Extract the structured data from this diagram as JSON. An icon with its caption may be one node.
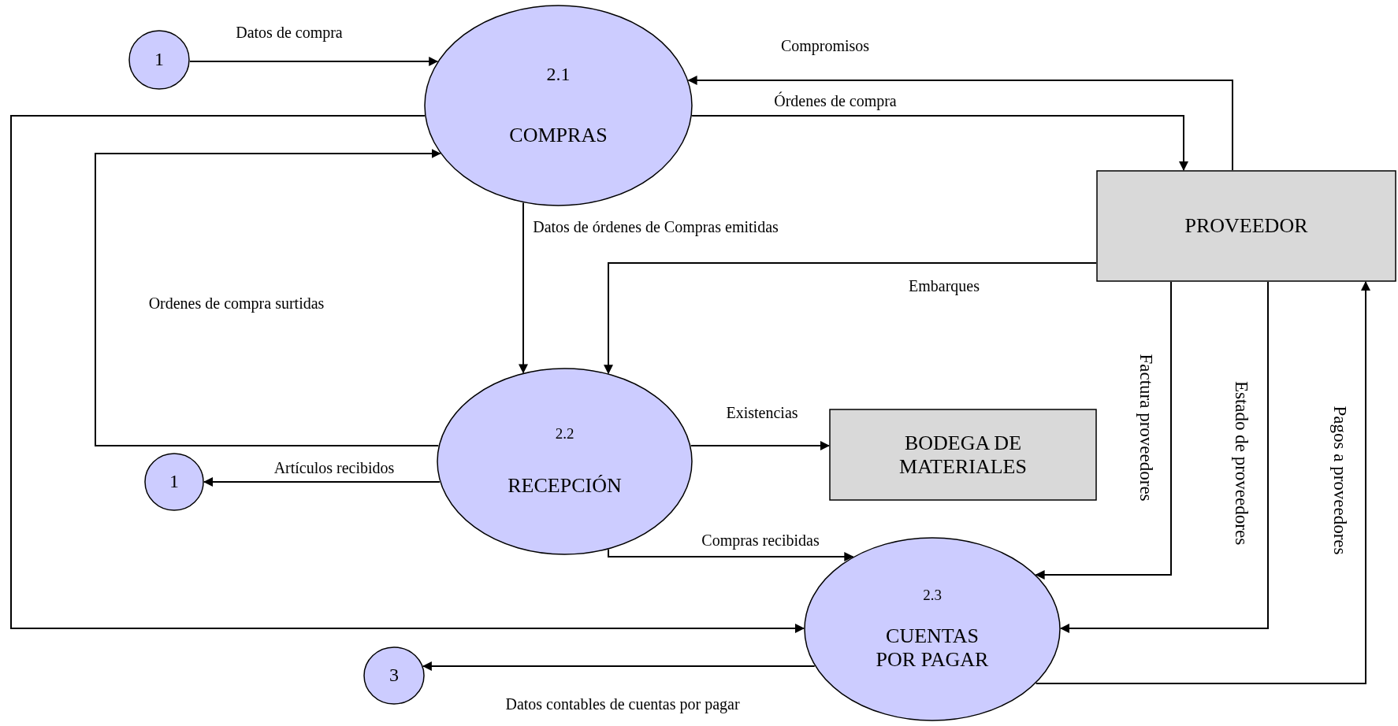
{
  "diagram": {
    "nodes": [
      {
        "text": [
          "1"
        ]
      },
      {
        "text": [
          "2.1",
          "COMPRAS"
        ]
      },
      {
        "text": [
          "PROVEEDOR"
        ]
      },
      {
        "text": [
          "2.2",
          "RECEPCIÓN"
        ]
      },
      {
        "text": [
          "BODEGA DE MATERIALES"
        ]
      },
      {
        "text": [
          "1"
        ]
      },
      {
        "text": [
          "2.3",
          "CUENTAS POR PAGAR"
        ]
      },
      {
        "text": [
          "3"
        ]
      }
    ],
    "edges": [
      {
        "from": 0,
        "to": 1,
        "arrow": "to",
        "label": "Datos de compra"
      },
      {
        "from": 2,
        "to": 1,
        "arrow": "to",
        "label": "Compromisos"
      },
      {
        "from": 1,
        "to": 2,
        "arrow": "to",
        "label": "Órdenes de compra"
      },
      {
        "from": 1,
        "to": 3,
        "arrow": "to",
        "label": "Datos de órdenes de Compras emitidas"
      },
      {
        "from": 2,
        "to": 3,
        "arrow": "to",
        "label": "Embarques"
      },
      {
        "from": 3,
        "to": 1,
        "arrow": "to",
        "label": "Ordenes de compra surtidas"
      },
      {
        "from": 3,
        "to": 4,
        "arrow": "to",
        "label": "Existencias"
      },
      {
        "from": 3,
        "to": 5,
        "arrow": "to",
        "label": "Artículos recibidos"
      },
      {
        "from": 3,
        "to": 6,
        "arrow": "to",
        "label": "Compras recibidas"
      },
      {
        "from": 1,
        "to": 6,
        "arrow": "to"
      },
      {
        "from": 2,
        "to": 6,
        "arrow": "to",
        "label": "Factura proveedores"
      },
      {
        "from": 2,
        "to": 6,
        "arrow": "to",
        "label": "Estado de proveedores"
      },
      {
        "from": 6,
        "to": 2,
        "arrow": "to",
        "label": "Pagos a proveedores"
      },
      {
        "from": 6,
        "to": 7,
        "arrow": "to",
        "label": "Datos contables de cuentas por pagar"
      }
    ]
  }
}
